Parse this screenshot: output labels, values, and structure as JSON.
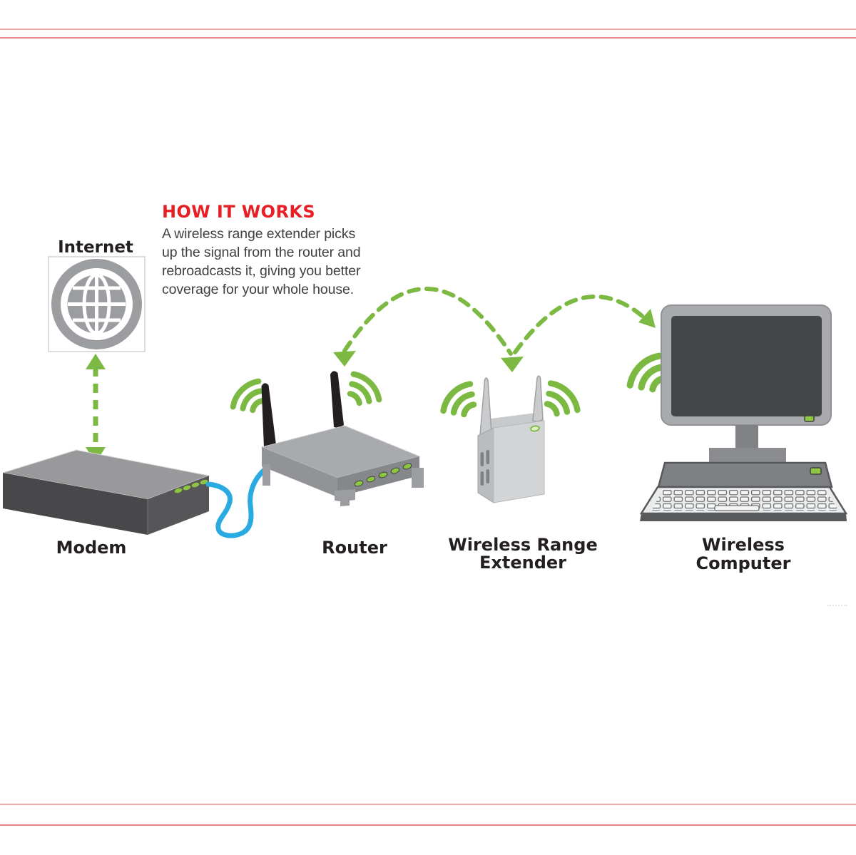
{
  "info_panel": {
    "title": "HOW IT WORKS",
    "body_lines": [
      "A wireless range extender picks",
      "up the signal from the router and",
      "rebroadcasts it, giving you better",
      "coverage for your whole house."
    ]
  },
  "devices": {
    "internet": {
      "label": "Internet"
    },
    "modem": {
      "label": "Modem"
    },
    "router": {
      "label": "Router"
    },
    "extender": {
      "label_line1": "Wireless Range",
      "label_line2": "Extender"
    },
    "computer": {
      "label_line1": "Wireless",
      "label_line2": "Computer"
    }
  },
  "colors": {
    "title_red": "#e81e25",
    "body_text": "#3f4042",
    "label_text": "#231f20",
    "signal_green": "#7cb942",
    "led_green": "#8dc63f",
    "cable_blue": "#29abe2",
    "device_gray": "#a8aaad",
    "device_dark_gray": "#48484a",
    "extender_light_gray": "#d2d4d5",
    "border_line_pink": "#e78585"
  }
}
